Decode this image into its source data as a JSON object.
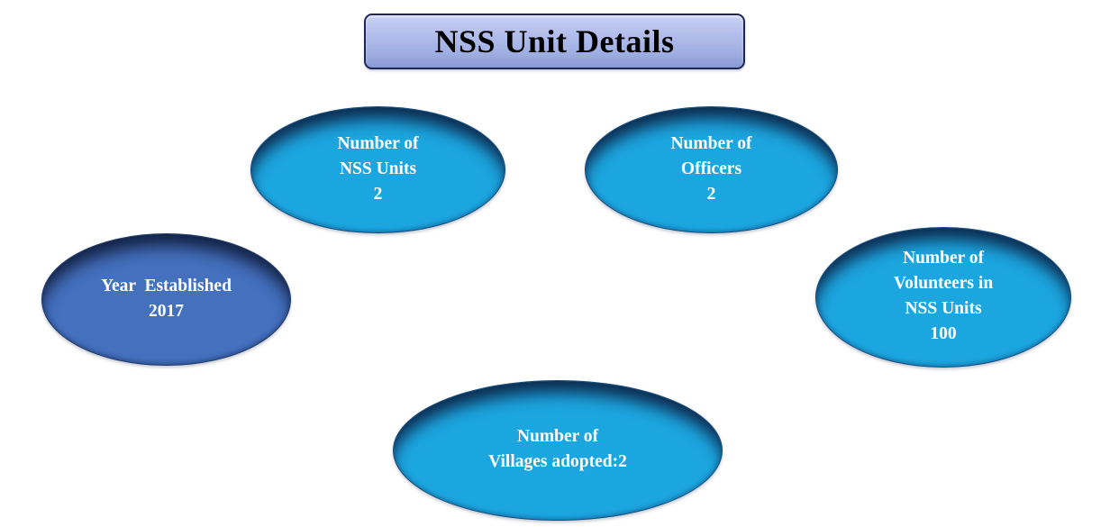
{
  "page": {
    "background_color": "#ffffff"
  },
  "title": {
    "text": "NSS Unit Details",
    "text_color": "#000000",
    "fill_top": "#c9d2f3",
    "fill_bottom": "#8a9ad6",
    "border_color": "#1e2756"
  },
  "ellipses": [
    {
      "name": "nss-units",
      "text": "Number of\nNSS Units\n2",
      "label": "Number of NSS Units",
      "value": "2",
      "fill": "#1ca6e0",
      "text_color": "#ffffff"
    },
    {
      "name": "officers",
      "text": "Number of\nOfficers\n2",
      "label": "Number of Officers",
      "value": "2",
      "fill": "#1ca6e0",
      "text_color": "#ffffff"
    },
    {
      "name": "year-established",
      "text": "Year  Established\n2017",
      "label": "Year Established",
      "value": "2017",
      "fill": "#4470be",
      "text_color": "#ffffff"
    },
    {
      "name": "volunteers",
      "text": "Number of\nVolunteers in\nNSS Units\n100",
      "label": "Number of Volunteers in NSS Units",
      "value": "100",
      "fill": "#1ca6e0",
      "text_color": "#ffffff"
    },
    {
      "name": "villages-adopted",
      "text": "Number of\nVillages adopted:2",
      "label": "Number of Villages adopted",
      "value": "2",
      "fill": "#1ca6e0",
      "text_color": "#ffffff"
    }
  ],
  "colors": {
    "ellipse_rim_shadow": "#0c2042",
    "ellipse_border": "#15497c"
  }
}
